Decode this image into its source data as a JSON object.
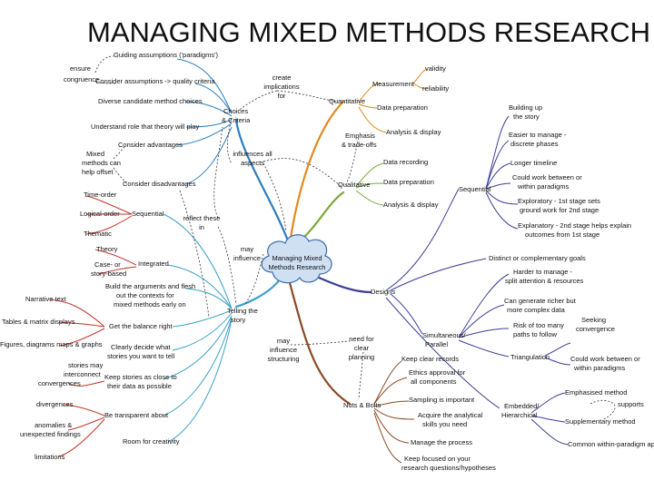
{
  "title": "MANAGING MIXED METHODS RESEARCH",
  "center": {
    "line1": "Managing Mixed",
    "line2": "Methods Research"
  },
  "colors": {
    "choices": "#2a7fc0",
    "quantitative": "#e08a1e",
    "qualitative": "#7aa93a",
    "designs": "#3b3f99",
    "nuts": "#8a4a24",
    "telling": "#3aa0c8",
    "left_red": "#c0392b"
  },
  "choices": {
    "hub": [
      "Choices",
      "& Criteria"
    ],
    "items": {
      "guiding": "Guiding assumptions ('paradigms')",
      "consider_assumptions": "Consider assumptions -> quality criteria",
      "diverse": "Diverse candidate method choices",
      "theory": "Understand role that theory will play",
      "advantages": "Consider advantages",
      "disadvantages": "Consider disadvantages"
    },
    "ensure": [
      "ensure",
      "congruence"
    ],
    "mixed_offer": [
      "Mixed",
      "methods can",
      "help offset"
    ]
  },
  "quantitative": {
    "label": "Quantitative",
    "measurement": "Measurement",
    "validity": "validity",
    "reliability": "reliability",
    "data_prep": "Data preparation",
    "analysis": "Analysis & display"
  },
  "qualitative": {
    "label": "Qualitative",
    "recording": "Data recording",
    "prep": "Data preparation",
    "analysis": "Analysis & display"
  },
  "emphasis": [
    "Emphasis",
    "& trade-offs"
  ],
  "create": [
    "create",
    "implications",
    "for"
  ],
  "influences": [
    "influences all",
    "aspects"
  ],
  "reflect": [
    "reflect these",
    "in"
  ],
  "may_influence": [
    "may",
    "influence"
  ],
  "may_influence_structuring": [
    "may",
    "influence",
    "structuring"
  ],
  "need_planning": [
    "need for",
    "clear",
    "planning"
  ],
  "designs": {
    "label": "Designs",
    "sequential": {
      "label": "Sequential",
      "building": [
        "Building up",
        "the story"
      ],
      "easier": [
        "Easier to manage -",
        "discrete phases"
      ],
      "longer": "Longer timeline",
      "could_work": [
        "Could work between or",
        "within paradigms"
      ],
      "exploratory1": [
        "Exploratory - 1st stage sets",
        "ground work for 2nd stage"
      ],
      "exploratory2": [
        "Explanatory - 2nd stage helps explain",
        "outcomes from 1st stage"
      ]
    },
    "distinct": "Distinct or complementary goals",
    "simultaneous": {
      "label": [
        "Simultaneous/",
        "Parallel"
      ],
      "harder": [
        "Harder to manage -",
        "split attention & resources"
      ],
      "richer": [
        "Can generate richer but",
        "more complex data"
      ],
      "risk": [
        "Risk of too many",
        "paths to follow"
      ],
      "seeking": [
        "Seeking",
        "convergence"
      ],
      "triangulation": "Triangulation",
      "could_work": [
        "Could work between or",
        "within paradigms"
      ]
    },
    "embedded": {
      "label": [
        "Embedded/",
        "Hierarchical"
      ],
      "emphasised": "Emphasised method",
      "supports": "supports",
      "supplementary": "Supplementary method",
      "common": "Common within-paradigm approach"
    }
  },
  "nuts": {
    "label": "Nuts & Bolts",
    "records": "Keep clear records",
    "ethics": [
      "Ethics approval for",
      "all components"
    ],
    "sampling": "Sampling is important",
    "acquire": [
      "Acquire the analytical",
      "skills you need"
    ],
    "manage": "Manage the process",
    "keep_focused": [
      "Keep focused on your",
      "research questions/hypotheses"
    ]
  },
  "telling": {
    "label": [
      "Telling the",
      "story"
    ],
    "sequential": "Sequential",
    "integrated": "Integrated",
    "time_order": "Time-order",
    "logical": "Logical-order",
    "thematic": "Thematic",
    "theory": "Theory",
    "case": [
      "Case- or",
      "story-based"
    ],
    "build": [
      "Build the arguments and flesh",
      "out the contexts for",
      "mixed methods early on"
    ],
    "narrative": "Narrative text",
    "tables": "Tables & matrix displays",
    "figures": "Figures, diagrams maps & graphs",
    "balance": "Get the balance right",
    "clearly": [
      "Clearly decide what",
      "stories you want to tell"
    ],
    "stories_may": [
      "stories may",
      "interconnect"
    ],
    "convergences": "convergences",
    "keep_close": [
      "Keep stories as close to",
      "their data as possible"
    ],
    "divergences": "divergences",
    "anomalies": [
      "anomalies &",
      "unexpected findings"
    ],
    "transparent": "Be transparent about",
    "room": "Room for creativity",
    "limitations": "limitations"
  }
}
